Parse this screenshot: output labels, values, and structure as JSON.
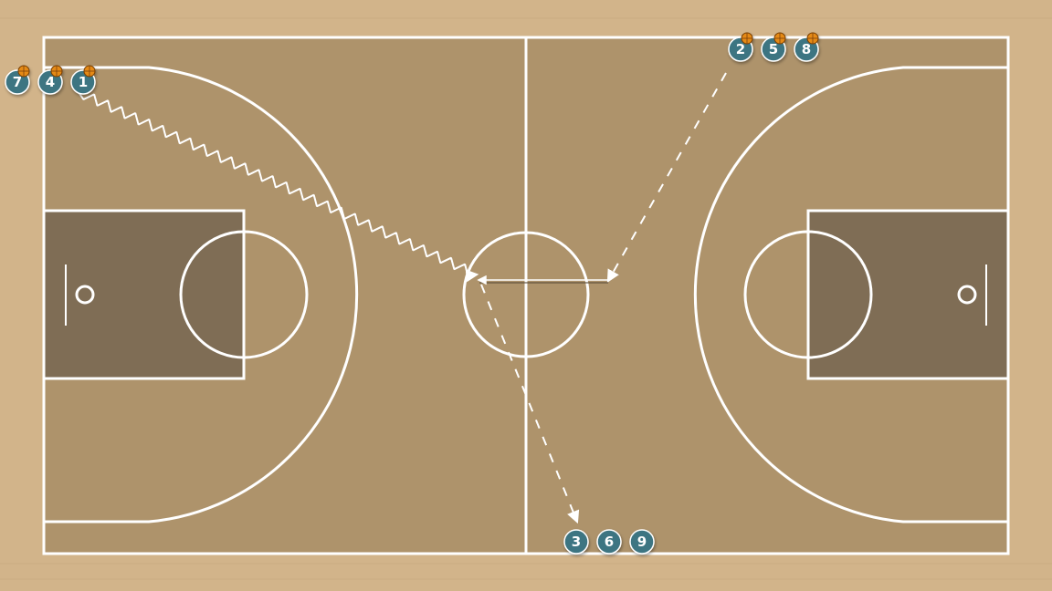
{
  "colors": {
    "floor": "#d2b48a",
    "court": "#ae936b",
    "paint": "#7f6d55",
    "lines": "#ffffff",
    "player_fill": "#3d7582",
    "player_ring": "#ffffff",
    "ball": "#e58a17"
  },
  "player_groups": [
    {
      "id": "top-left",
      "players": [
        "7",
        "4",
        "1"
      ],
      "with_ball": true
    },
    {
      "id": "top-right",
      "players": [
        "2",
        "5",
        "8"
      ],
      "with_ball": true
    },
    {
      "id": "bottom-center",
      "players": [
        "3",
        "6",
        "9"
      ],
      "with_ball": false
    }
  ],
  "actions": [
    {
      "type": "dribble",
      "from": "top-left",
      "to": "center-circle-left"
    },
    {
      "type": "cut",
      "from": "top-right",
      "to": "center-circle-right"
    },
    {
      "type": "pass",
      "from": "center-circle-right",
      "to": "center-circle-left"
    },
    {
      "type": "cut",
      "from": "center-circle-left",
      "to": "bottom-center"
    }
  ]
}
